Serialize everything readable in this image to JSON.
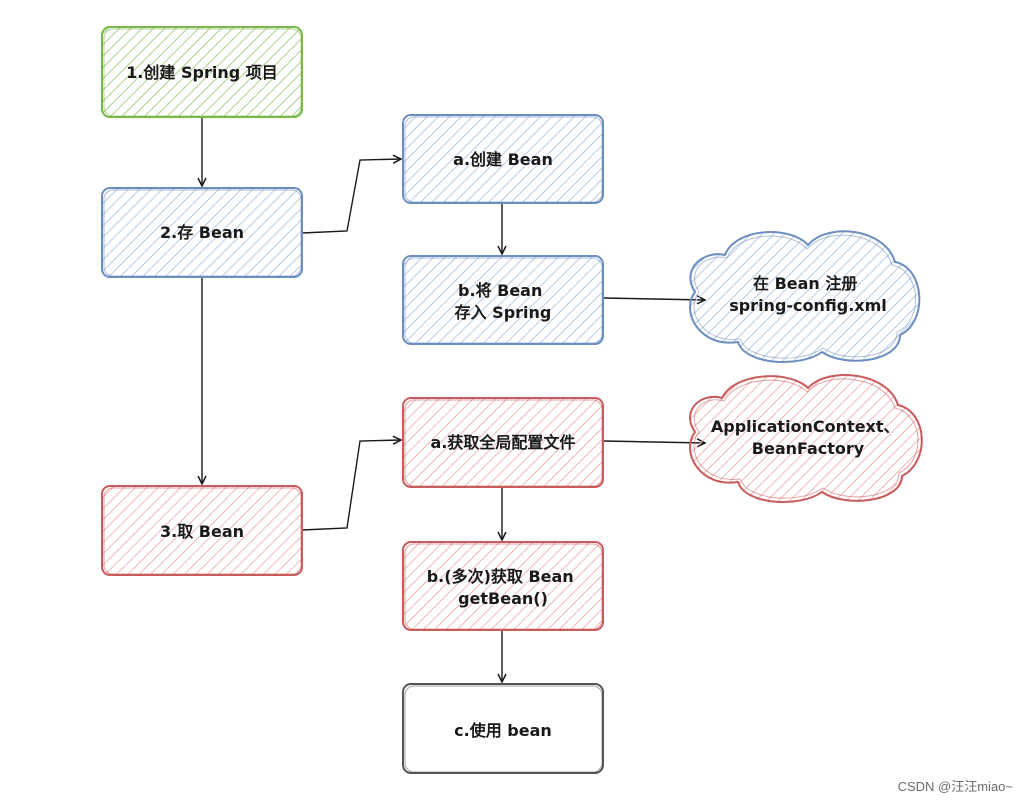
{
  "nodes": {
    "create_project": {
      "lines": [
        "1.创建 Spring 项目"
      ]
    },
    "store_bean": {
      "lines": [
        "2.存 Bean"
      ]
    },
    "take_bean": {
      "lines": [
        "3.取 Bean"
      ]
    },
    "create_bean": {
      "lines": [
        "a.创建 Bean"
      ]
    },
    "register_bean": {
      "lines": [
        "b.将 Bean",
        "存入 Spring"
      ]
    },
    "register_cloud": {
      "lines": [
        "在 Bean 注册",
        "spring-config.xml"
      ]
    },
    "get_config": {
      "lines": [
        "a.获取全局配置文件"
      ]
    },
    "context_cloud": {
      "lines": [
        "ApplicationContext、",
        "BeanFactory"
      ]
    },
    "get_bean": {
      "lines": [
        "b.(多次)获取 Bean",
        "getBean()"
      ]
    },
    "use_bean": {
      "lines": [
        "c.使用 bean"
      ]
    }
  },
  "colors": {
    "green": "#7ab648",
    "blue": "#6c8ebf",
    "red": "#c85b5b",
    "gray": "#555555",
    "line": "#1a1a1a"
  },
  "watermark": "CSDN @汪汪miao~"
}
